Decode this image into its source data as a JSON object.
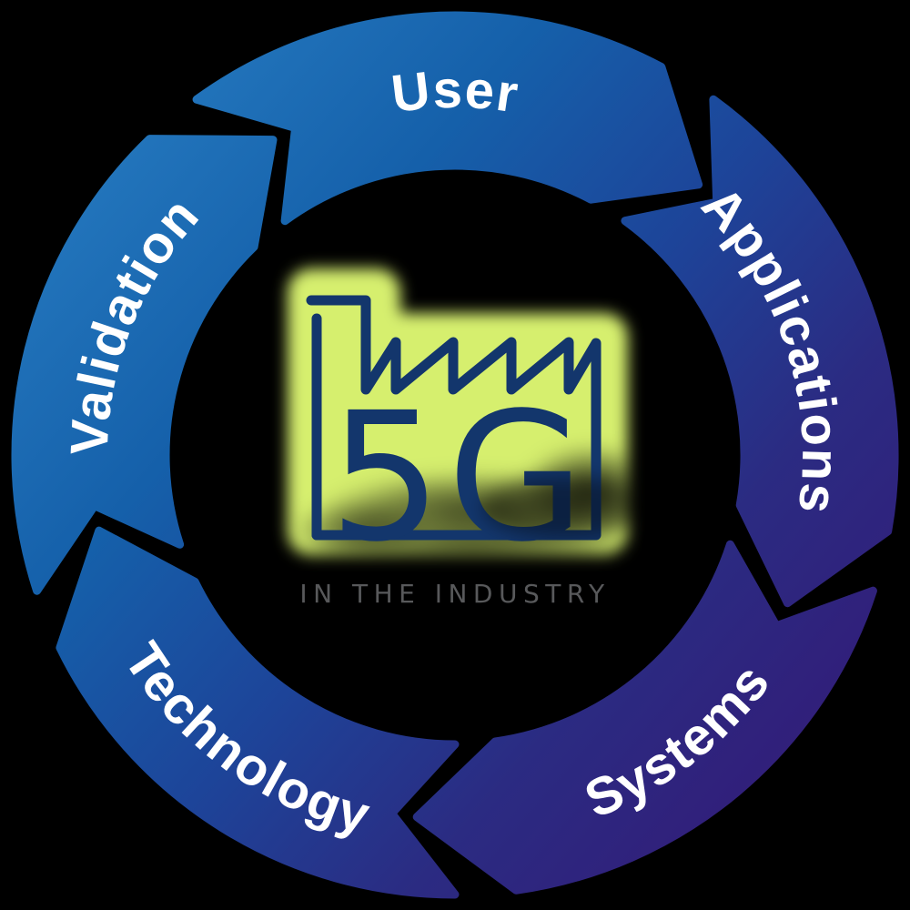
{
  "background_color": "#000000",
  "cycle": {
    "direction": "clockwise",
    "label_color": "#ffffff",
    "ring_gradient": [
      "#2579bf",
      "#1560aa",
      "#1d4499",
      "#2b2b82",
      "#331b78"
    ],
    "segments": [
      {
        "label": "User",
        "position": "top"
      },
      {
        "label": "Applications",
        "position": "right"
      },
      {
        "label": "Systems",
        "position": "bottom-right"
      },
      {
        "label": "Technology",
        "position": "bottom-left"
      },
      {
        "label": "Validation",
        "position": "left"
      }
    ]
  },
  "center": {
    "icon": "factory-icon",
    "logo_text": "5G",
    "logo_color": "#13366c",
    "glow_color": "#d6ef6e",
    "caption": "IN THE INDUSTRY",
    "caption_color": "#58595b"
  }
}
